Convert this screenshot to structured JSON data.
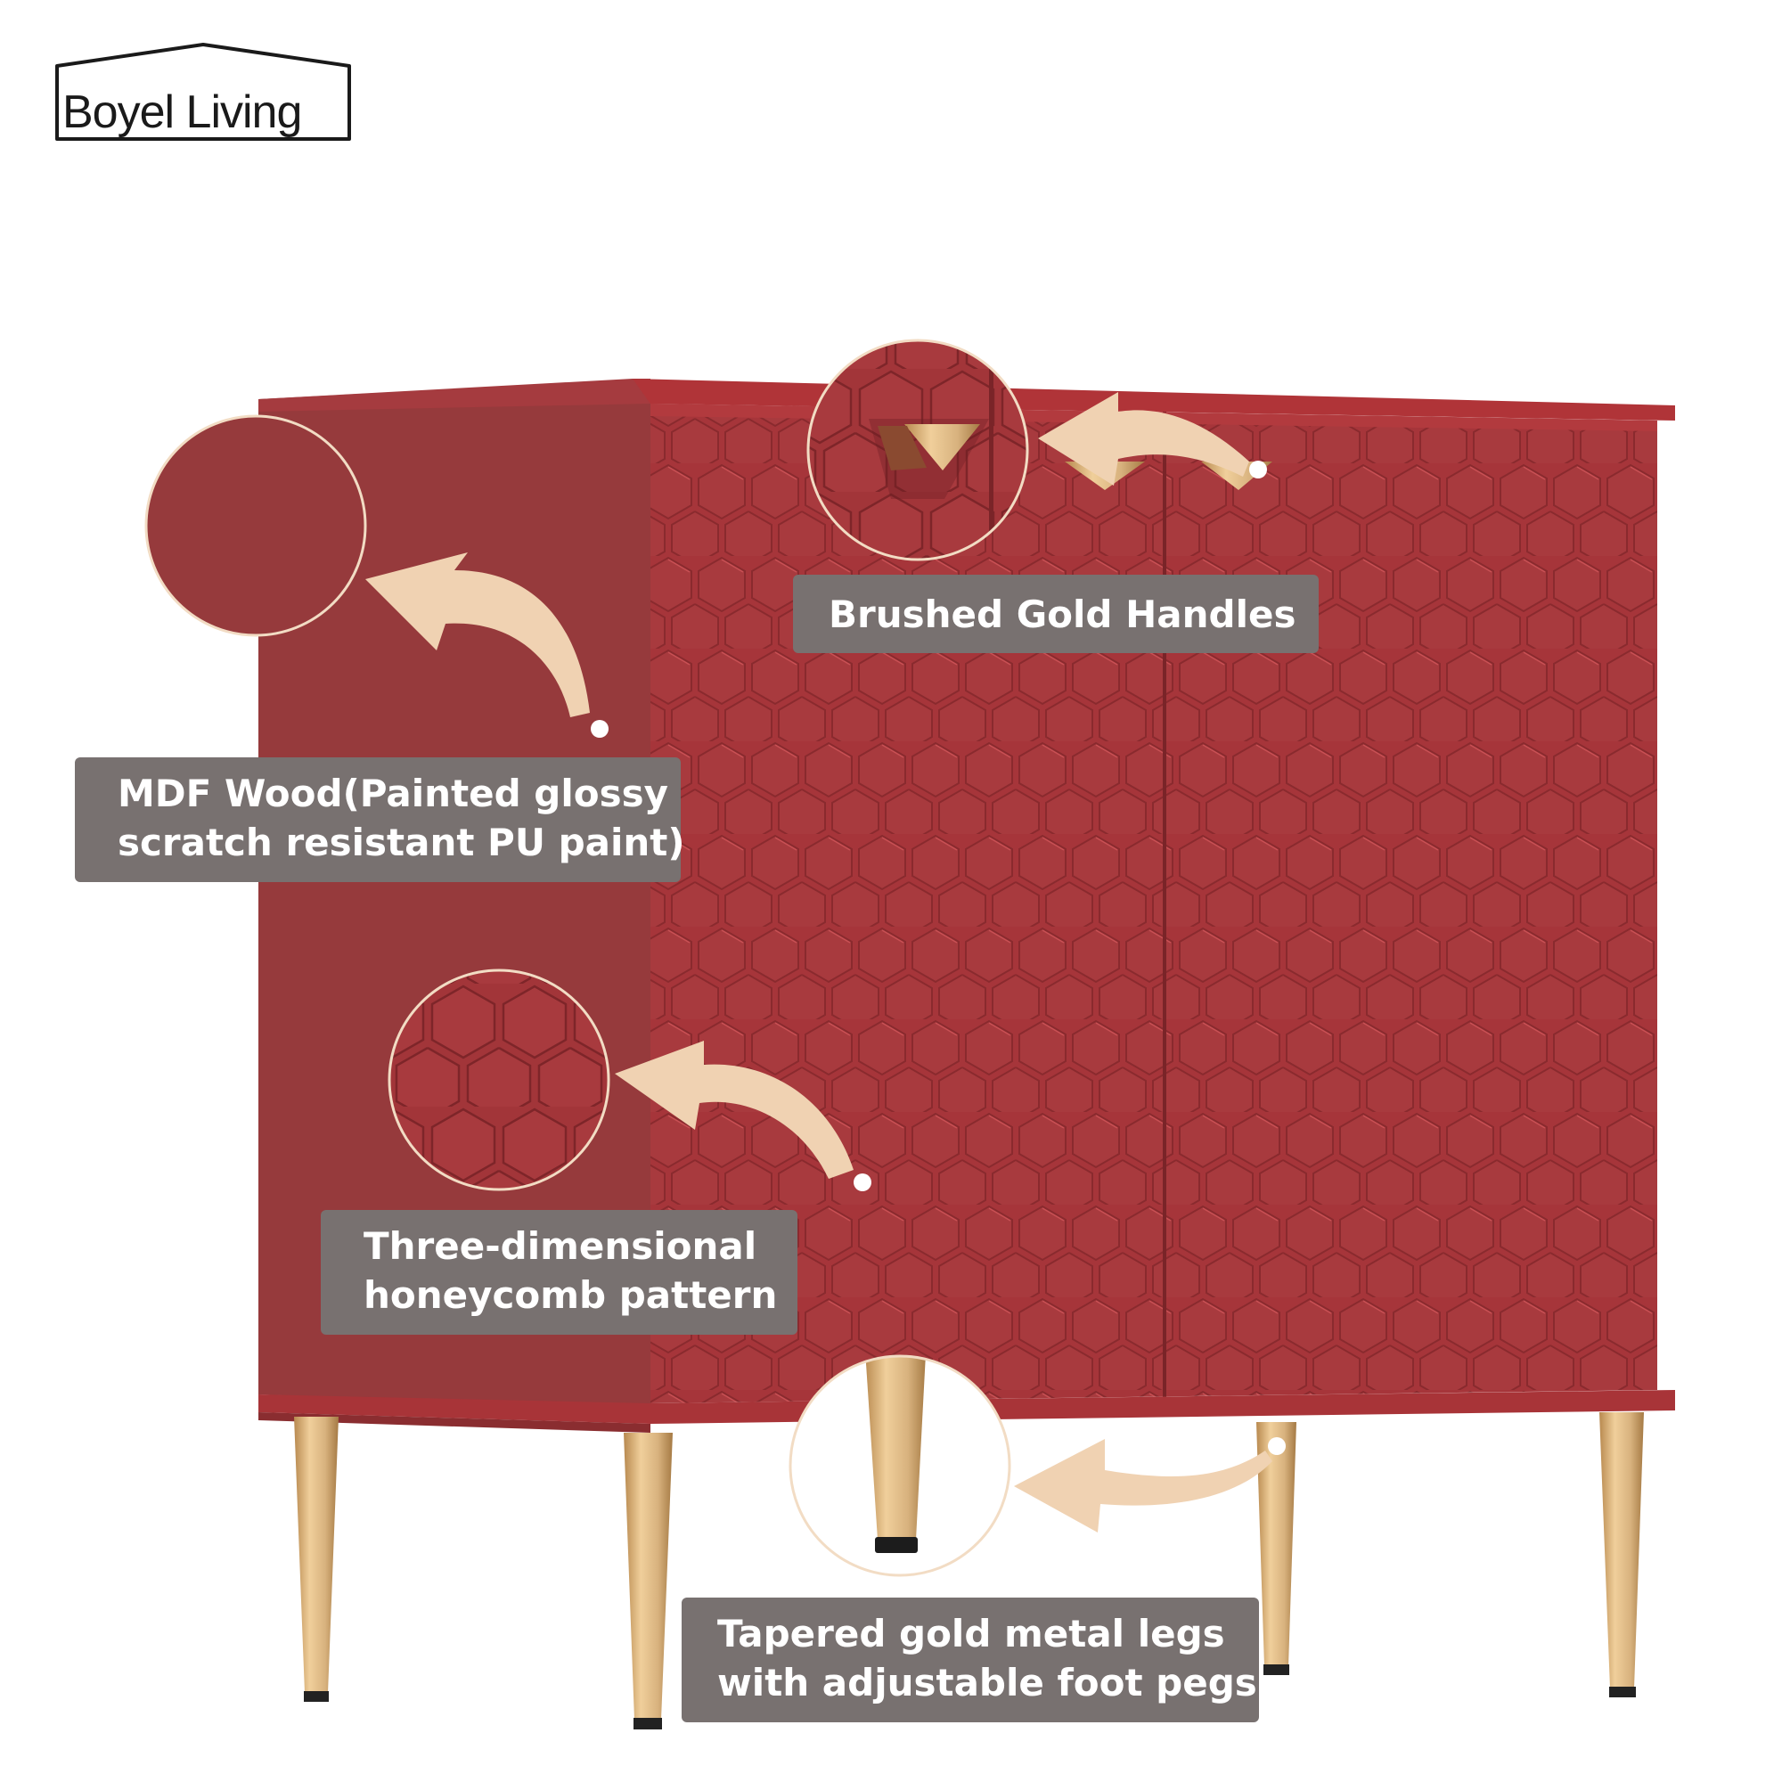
{
  "brand": {
    "name": "Boyel Living"
  },
  "callouts": {
    "handles": {
      "line1": "Brushed Gold Handles"
    },
    "material": {
      "line1": "MDF Wood(Painted glossy",
      "line2": "scratch resistant PU paint)"
    },
    "pattern": {
      "line1": "Three-dimensional",
      "line2": "honeycomb pattern"
    },
    "legs": {
      "line1": "Tapered gold metal legs",
      "line2": "with adjustable foot pegs"
    }
  },
  "colors": {
    "cabinet_front": "#a6353a",
    "cabinet_side": "#963a3c",
    "cabinet_top": "#b03438",
    "gold": "#d8b27e",
    "arrow": "#f0d2b2",
    "label_bg": "#787170"
  }
}
